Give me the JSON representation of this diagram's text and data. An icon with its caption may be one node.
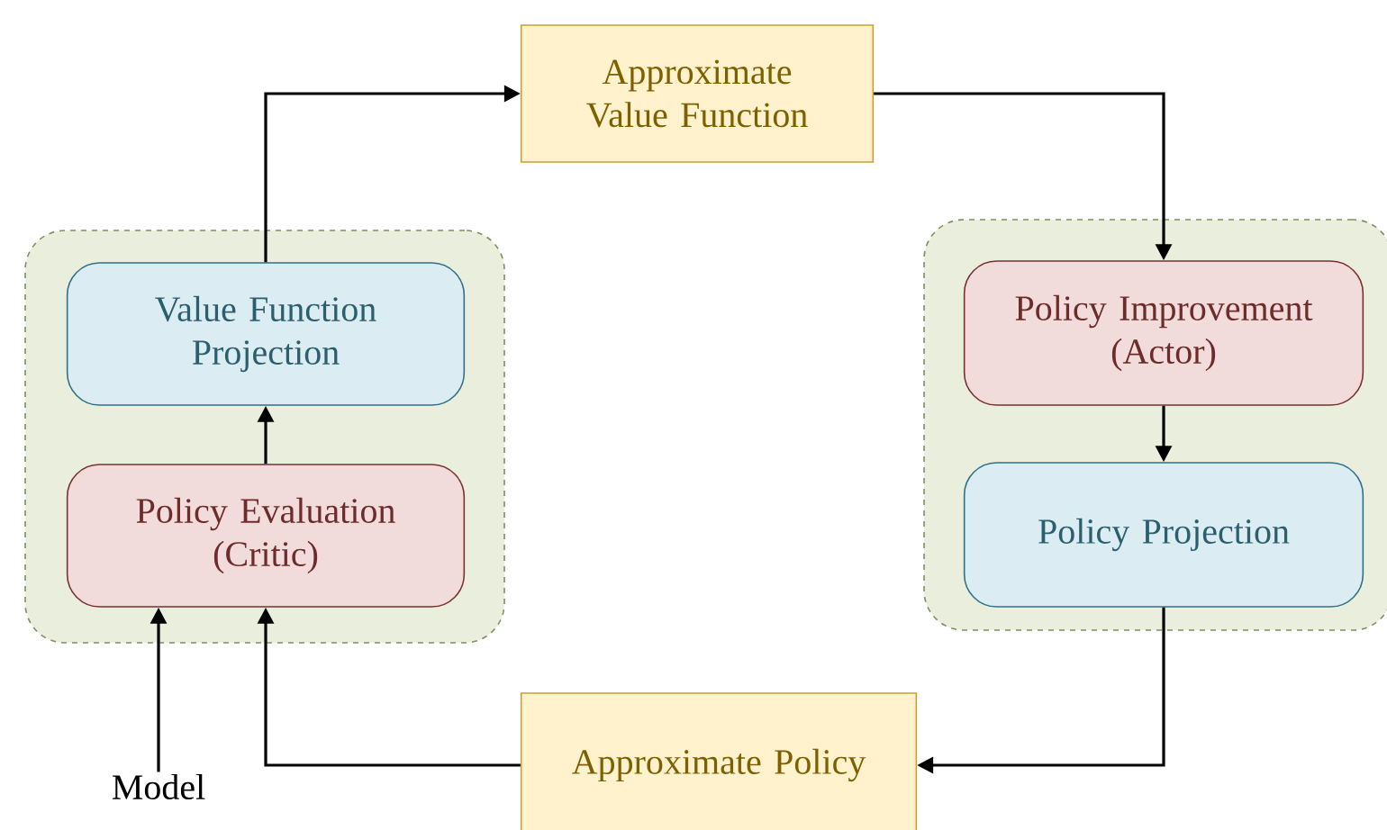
{
  "diagram": {
    "nodes": [
      {
        "text": [
          "Approximate Value Function"
        ]
      },
      {
        "text": [],
        "shape": "box"
      },
      {
        "text": [
          "Value Function Projection"
        ],
        "in": 1
      },
      {
        "text": [
          "Policy Evaluation (Critic)"
        ],
        "in": 1
      },
      {
        "text": [],
        "shape": "box"
      },
      {
        "text": [
          "Policy Improvement (Actor)"
        ],
        "in": 4
      },
      {
        "text": [
          "Policy Projection"
        ],
        "in": 4
      },
      {
        "text": [
          "Approximate Policy"
        ]
      },
      {
        "text": [
          "Model"
        ]
      }
    ],
    "edges": [
      {
        "from": 2,
        "to": 0,
        "arrow": "to"
      },
      {
        "from": 3,
        "to": 2,
        "arrow": "to"
      },
      {
        "from": 0,
        "to": 5,
        "arrow": "to"
      },
      {
        "from": 5,
        "to": 6,
        "arrow": "to"
      },
      {
        "from": 6,
        "to": 7,
        "arrow": "to"
      },
      {
        "from": 7,
        "to": 3,
        "arrow": "to"
      },
      {
        "from": 8,
        "to": 3,
        "arrow": "to"
      }
    ]
  }
}
